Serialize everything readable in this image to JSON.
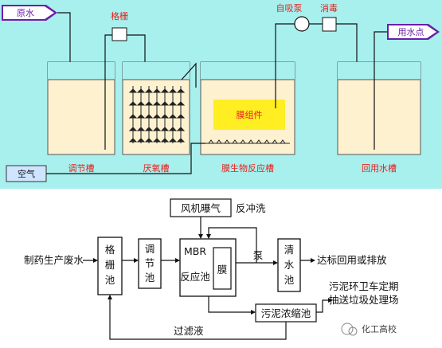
{
  "colors": {
    "top_background": "#a8f0ee",
    "tank_fill": "#fdf1d0",
    "membrane_fill": "#ffee22",
    "label_red": "#e8201c",
    "tag_purple": "#6b1fa8",
    "air_box": "#cfe4ff",
    "line_dark": "#111111"
  },
  "top": {
    "source_tag": "原水",
    "grid_label": "格栅",
    "pump_label": "自吸泵",
    "disinfect_label": "消毒",
    "use_tag": "用水点",
    "membrane_module": "膜组件",
    "air_box": "空气",
    "tanks": [
      "调节槽",
      "厌氧槽",
      "膜生物反应槽",
      "回用水槽"
    ]
  },
  "bottom": {
    "input": "制药生产废水",
    "grid_pool": [
      "格",
      "栅",
      "池"
    ],
    "adjust_pool": [
      "调",
      "节",
      "池"
    ],
    "mbr_title": "MBR",
    "mbr_sub": "反应池",
    "membrane": "膜",
    "fan": "风机曝气",
    "backwash": "反冲洗",
    "pump": "泵",
    "clear_pool": [
      "清",
      "水",
      "池"
    ],
    "output": "达标回用或排放",
    "sludge_pool": "污泥浓缩池",
    "sludge_note_1": "污泥环卫车定期",
    "sludge_note_2": "抽送垃圾处理场",
    "filtrate": "过滤液",
    "watermark": "化工高校"
  }
}
